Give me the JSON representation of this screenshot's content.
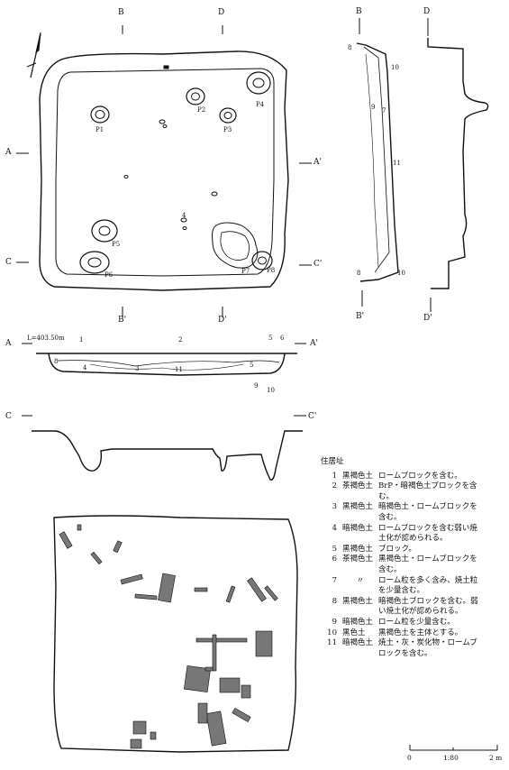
{
  "plan_labels": {
    "A": "A",
    "A2": "A'",
    "C": "C",
    "C2": "C'",
    "B": "B",
    "B2": "B'",
    "D": "D",
    "D2": "D'",
    "pits": [
      "P1",
      "P2",
      "P3",
      "P4",
      "P5",
      "P6",
      "P7",
      "P8"
    ],
    "center_num": "4"
  },
  "section_labels": {
    "elevation": "L=403.50m",
    "layers_top": [
      "1",
      "2",
      "5",
      "6"
    ],
    "layers_in": [
      "8",
      "4",
      "3",
      "11",
      "5",
      "9",
      "10"
    ],
    "bd_layers": [
      "8",
      "10",
      "9",
      "7",
      "11",
      "8",
      "10"
    ]
  },
  "legend": {
    "heading": "住居址",
    "rows": [
      {
        "no": "1",
        "soil": "黒褐色土",
        "desc": "ロームブロックを含む。"
      },
      {
        "no": "2",
        "soil": "茶褐色土",
        "desc": "BrP・暗褐色土ブロックを含む。"
      },
      {
        "no": "3",
        "soil": "黒褐色土",
        "desc": "暗褐色土・ロームブロックを含む。"
      },
      {
        "no": "4",
        "soil": "暗褐色土",
        "desc": "ロームブロックを含む弱い焼土化が認められる。"
      },
      {
        "no": "5",
        "soil": "黒褐色土",
        "desc": "ブロック。"
      },
      {
        "no": "6",
        "soil": "茶褐色土",
        "desc": "黒褐色土・ロームブロックを含む。"
      },
      {
        "no": "7",
        "soil": "〃",
        "desc": "ローム粒を多く含み、焼土粒を少量含む。"
      },
      {
        "no": "8",
        "soil": "黒褐色土",
        "desc": "暗褐色土ブロックを含む。弱い焼土化が認められる。"
      },
      {
        "no": "9",
        "soil": "暗褐色土",
        "desc": "ローム粒を少量含む。"
      },
      {
        "no": "10",
        "soil": "黒色土",
        "desc": "黒褐色土を主体とする。"
      },
      {
        "no": "11",
        "soil": "暗褐色土",
        "desc": "焼土・灰・炭化物・ロームブロックを含む。"
      }
    ]
  },
  "scale": {
    "left": "0",
    "mid": "1:80",
    "right": "2 m"
  }
}
